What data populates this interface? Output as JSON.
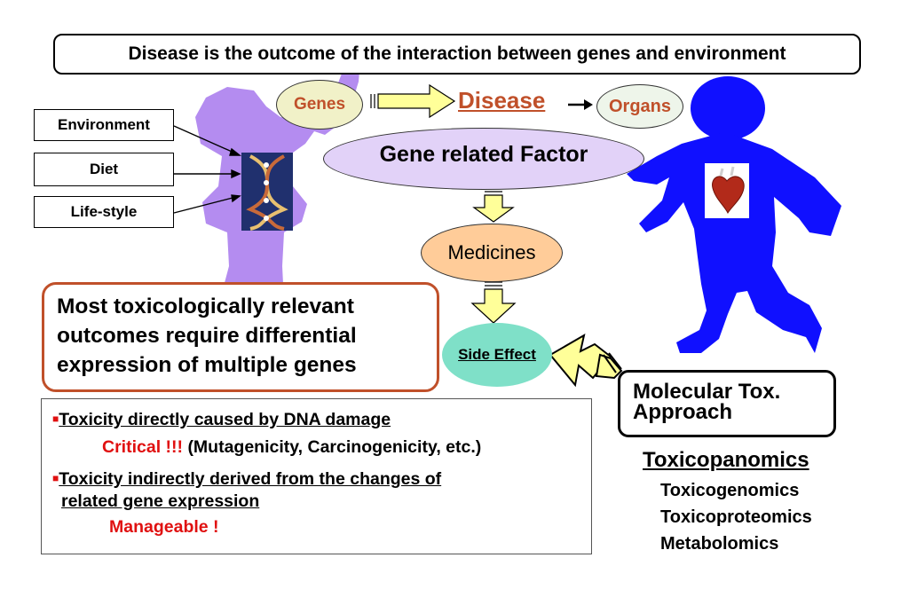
{
  "title": "Disease is the outcome of the interaction between genes and environment",
  "factors": [
    "Environment",
    "Diet",
    "Life-style"
  ],
  "genes_label": "Genes",
  "disease_label": "Disease",
  "organs_label": "Organs",
  "gene_factor_label": "Gene related Factor",
  "medicines_label": "Medicines",
  "side_effect_label": "Side Effect",
  "most_text": {
    "line1": "Most toxicologically relevant",
    "line2": "outcomes require differential",
    "line3": "expression of multiple genes"
  },
  "tox_items": [
    {
      "bullet": "Toxicity directly caused by DNA damage",
      "flag": "Critical !!!",
      "note": "(Mutagenicity, Carcinogenicity, etc.)"
    },
    {
      "bullet_line1": "Toxicity indirectly derived from the changes of",
      "bullet_line2": "related gene expression",
      "flag": "Manageable !"
    }
  ],
  "molecular": {
    "line1": "Molecular Tox.",
    "line2": "Approach"
  },
  "toxicopanomics": {
    "heading": "Toxicopanomics",
    "items": [
      "Toxicogenomics",
      "Toxicoproteomics",
      "Metabolomics"
    ]
  },
  "colors": {
    "purple_figure": "#b48cf0",
    "blue_figure": "#1010ff",
    "arrow_yellow": "#ffff99",
    "gene_factor_fill": "#e2d2f8",
    "medicines_fill": "#ffcc99",
    "side_effect_fill": "#7fe0c8",
    "genes_fill": "#f1f1c8",
    "red_text": "#e01010",
    "orange_border": "#c0502a"
  },
  "icons": [
    "dna-helix-icon",
    "heart-icon"
  ]
}
